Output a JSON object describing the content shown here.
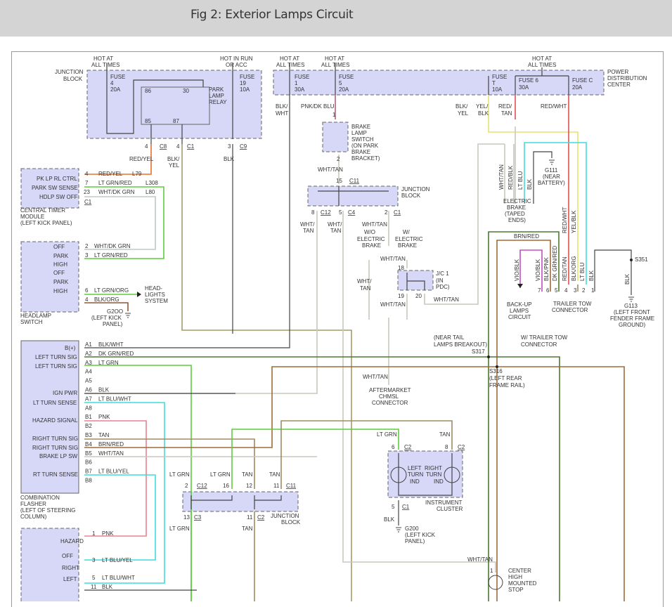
{
  "page": {
    "title": "Fig 2: Exterior Lamps Circuit"
  },
  "colors": {
    "header_bg": "#d4d4d4",
    "module_fill": "#d7d8f7",
    "wire_red_yel": "#e8702a",
    "wire_lt_grn": "#5ccd3c",
    "wire_dk_grn": "#4a7a33",
    "wire_lt_blu": "#40dcdc",
    "wire_pnk": "#e88090",
    "wire_tan": "#a08a60",
    "wire_brn_red": "#a06a3a",
    "wire_wht_tan": "#c8c8be",
    "wire_red": "#e05050",
    "wire_yel": "#e8e070",
    "wire_blk": "#444444",
    "wire_vio": "#c050c0",
    "wire_pnk_dkblu": "#b06080"
  },
  "labels": {
    "hot_all": [
      "HOT AT",
      "ALL TIMES"
    ],
    "hot_run": [
      "HOT IN RUN",
      "OR ACC"
    ],
    "junction_block": [
      "JUNCTION",
      "BLOCK"
    ],
    "fuse4": [
      "FUSE",
      "4",
      "20A"
    ],
    "fuse19": [
      "FUSE",
      "19",
      "10A"
    ],
    "fuse1": [
      "FUSE",
      "1",
      "30A"
    ],
    "fuse5": [
      "FUSE",
      "5",
      "20A"
    ],
    "fuseT": [
      "FUSE",
      "T",
      "10A"
    ],
    "fuse6": [
      "FUSE 6",
      "30A"
    ],
    "fuseC": [
      "FUSE C",
      "20A"
    ],
    "pdc": [
      "POWER",
      "DISTRIBUTION",
      "CENTER"
    ],
    "relay": [
      "PARK",
      "LAMP",
      "RELAY"
    ],
    "relay_pins": [
      "86",
      "30",
      "85",
      "87"
    ],
    "brake_switch": [
      "BRAKE",
      "LAMP",
      "SWITCH",
      "(ON PARK",
      "BRAKE",
      "BRACKET)"
    ],
    "ctm_pins": [
      "PK LP RL CTRL",
      "PARK SW SENSE",
      "HDLP SW OFF"
    ],
    "ctm_name": [
      "CENTRAL TIMER",
      "MODULE",
      "(LEFT KICK PANEL)"
    ],
    "headlamp_switch_positions": [
      "OFF",
      "PARK",
      "HIGH",
      "OFF",
      "PARK",
      "HIGH"
    ],
    "headlamp_switch_name": [
      "HEADLAMP",
      "SWITCH"
    ],
    "headlights_system": [
      "HEAD-",
      "LIGHTS",
      "SYSTEM"
    ],
    "g200_a": [
      "G2OO",
      "(LEFT KICK",
      "PANEL)"
    ],
    "g200_b": [
      "G200",
      "(LEFT KICK",
      "PANEL)"
    ],
    "jb_mid": [
      "JUNCTION",
      "BLOCK"
    ],
    "wo_brake": [
      "W/O",
      "ELECTRIC",
      "BRAKE"
    ],
    "w_brake": [
      "W/",
      "ELECTRIC",
      "BRAKE"
    ],
    "jc1": [
      "J/C 1",
      "(IN",
      "PDC)"
    ],
    "elec_brake": [
      "ELECTRIC",
      "BRAKE",
      "(TAPED",
      "ENDS)"
    ],
    "g111": [
      "G111",
      "(NEAR",
      "BATTERY)"
    ],
    "trailer_conn": [
      "TRAILER TOW",
      "CONNECTOR"
    ],
    "backup": [
      "BACK-UP",
      "LAMPS",
      "CIRCUIT"
    ],
    "s351": "S351",
    "g113": [
      "G113",
      "(LEFT FRONT",
      "FENDER FRAME",
      "GROUND)"
    ],
    "flasher_pins": [
      "B(+)",
      "LEFT TURN SIG",
      "LEFT TURN SIG",
      "IGN PWR",
      "LT TURN SENSE",
      "HAZARD SIGNAL",
      "RIGHT TURN SIG",
      "RIGHT TURN SIG",
      "BRAKE LP SW",
      "RT TURN SENSE"
    ],
    "flasher_name": [
      "COMBINATION",
      "FLASHER",
      "(LEFT OF STEERING",
      "COLUMN)"
    ],
    "s317": [
      "(NEAR TAIL",
      "LAMPS BREAKOUT)",
      "S317"
    ],
    "w_trailer": [
      "W/ TRAILER TOW",
      "CONNECTOR"
    ],
    "s316": [
      "S316",
      "(LEFT REAR",
      "FRAME RAIL)"
    ],
    "chmsl_conn": [
      "AFTERMARKET",
      "CHMSL",
      "CONNECTOR"
    ],
    "cluster": [
      "LEFT",
      "TURN",
      "IND",
      "RIGHT",
      "TURN",
      "IND"
    ],
    "cluster_name": [
      "INSTRUMENT",
      "CLUSTER"
    ],
    "jb_low": [
      "JUNCTION",
      "BLOCK"
    ],
    "turn_switch": [
      "HAZARD",
      "OFF",
      "RIGHT",
      "LEFT"
    ],
    "chmsl": [
      "CENTER",
      "HIGH",
      "MOUNTED",
      "STOP"
    ]
  },
  "wires": {
    "red_yel": "RED/YEL",
    "blk_yel": [
      "BLK/",
      "YEL"
    ],
    "blk": "BLK",
    "blk_wht": [
      "BLK/",
      "WHT"
    ],
    "pnk_dkblu": "PNK/DK BLU",
    "yel_blk": [
      "YEL/",
      "BLK"
    ],
    "red_tan": [
      "RED/",
      "TAN"
    ],
    "red_wht": "RED/WHT",
    "wht_tan": "WHT/TAN",
    "wht_tan2": [
      "WHT/",
      "TAN"
    ],
    "ctm_wires": [
      {
        "pin": "4",
        "color": "RED/YEL",
        "circuit": "L79"
      },
      {
        "pin": "7",
        "color": "LT GRN/RED",
        "circuit": "L308"
      },
      {
        "pin": "23",
        "color": "WHT/DK GRN",
        "circuit": "L80"
      }
    ],
    "ctm_conn": "C1",
    "hs_wires": [
      {
        "pin": "2",
        "color": "WHT/DK GRN"
      },
      {
        "pin": "3",
        "color": "LT GRN/RED"
      },
      {
        "pin": "6",
        "color": "LT GRN/ORG"
      },
      {
        "pin": "4",
        "color": "BLK/ORG"
      }
    ],
    "trailer_vert": [
      "WHT/TAN",
      "RED/BLK",
      "LT BLU",
      "BLK",
      "RED/WHT",
      "YEL/BLK"
    ],
    "trailer_pins": [
      {
        "pin": "7",
        "color": "VIO/BLK"
      },
      {
        "pin": "6",
        "color": "BLK/PNK"
      },
      {
        "pin": "5",
        "color": "DK GRN/RED"
      },
      {
        "pin": "4",
        "color": "RED/TAN"
      },
      {
        "pin": "3",
        "color": "BLK/ORG"
      },
      {
        "pin": "2",
        "color": "LT BLU"
      },
      {
        "pin": "1",
        "color": "BLK"
      }
    ],
    "brn_red": "BRN/RED",
    "vio_blk": "VIO/BLK",
    "flasher_wires": [
      {
        "pin": "A1",
        "color": "BLK/WHT"
      },
      {
        "pin": "A2",
        "color": "DK GRN/RED"
      },
      {
        "pin": "A3",
        "color": "LT GRN"
      },
      {
        "pin": "A4",
        "color": ""
      },
      {
        "pin": "A5",
        "color": ""
      },
      {
        "pin": "A6",
        "color": "BLK"
      },
      {
        "pin": "A7",
        "color": "LT BLU/WHT"
      },
      {
        "pin": "A8",
        "color": ""
      },
      {
        "pin": "B1",
        "color": "PNK"
      },
      {
        "pin": "B2",
        "color": ""
      },
      {
        "pin": "B3",
        "color": "TAN"
      },
      {
        "pin": "B4",
        "color": "BRN/RED"
      },
      {
        "pin": "B5",
        "color": "WHT/TAN"
      },
      {
        "pin": "B6",
        "color": ""
      },
      {
        "pin": "B7",
        "color": "LT BLU/YEL"
      },
      {
        "pin": "B8",
        "color": ""
      }
    ],
    "lt_grn": "LT GRN",
    "tan": "TAN",
    "ts_wires": [
      {
        "pin": "1",
        "color": "PNK"
      },
      {
        "pin": "3",
        "color": "LT BLU/YEL"
      },
      {
        "pin": "5",
        "color": "LT BLU/WHT"
      },
      {
        "pin": "11",
        "color": "BLK"
      }
    ]
  },
  "connectors": {
    "c8": {
      "pin": "4",
      "name": "C8"
    },
    "c1a": {
      "pin": "4",
      "name": "C1"
    },
    "c9": {
      "pin": "3",
      "name": "C9"
    },
    "bls1": "1",
    "bls2": "2",
    "c11a": {
      "pin": "15",
      "name": "C11"
    },
    "c12a": {
      "pin": "8",
      "name": "C12"
    },
    "c4": {
      "pin": "5",
      "name": "C4"
    },
    "c1b": {
      "pin": "2",
      "name": "C1"
    },
    "jc18": "18",
    "jc19": "19",
    "jc20": "20",
    "c12b": {
      "pin": "2",
      "name": "C12"
    },
    "p16": "16",
    "p12": "12",
    "c11b": {
      "pin": "11",
      "name": "C11"
    },
    "c3": {
      "pin": "13",
      "name": "C3"
    },
    "c2a": {
      "pin": "11",
      "name": "C2"
    },
    "c2b": {
      "pin": "6",
      "name": "C2"
    },
    "c2c": {
      "pin": "8",
      "name": "C2"
    },
    "c1c": {
      "pin": "5",
      "name": "C1"
    },
    "chmsl_pin": "1"
  }
}
